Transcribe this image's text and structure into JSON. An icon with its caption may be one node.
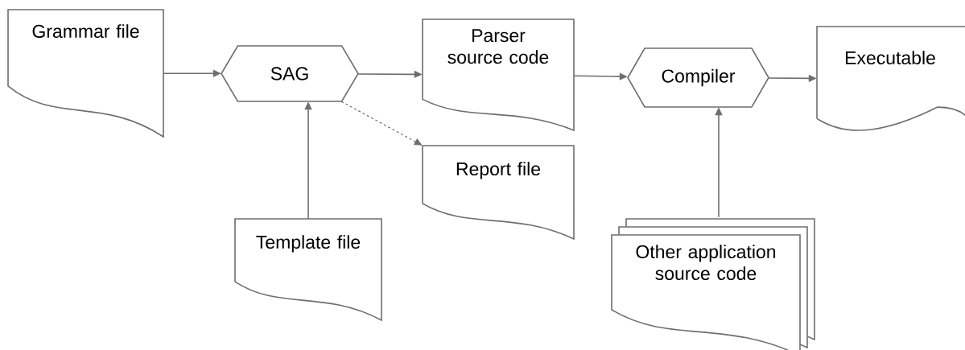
{
  "diagram": {
    "nodes": [
      {
        "text": [
          "Grammar file"
        ]
      },
      {
        "text": [
          "SAG"
        ]
      },
      {
        "text": [
          "Parser source code"
        ]
      },
      {
        "text": [
          "Report file"
        ]
      },
      {
        "text": [
          "Template file"
        ]
      },
      {
        "text": [
          "Compiler"
        ]
      },
      {
        "text": [
          "Executable"
        ]
      },
      {
        "text": [
          "Other application source code"
        ]
      }
    ],
    "edges": [
      {
        "from": 0,
        "to": 1,
        "arrow": "to"
      },
      {
        "from": 1,
        "to": 2,
        "arrow": "to"
      },
      {
        "from": 1,
        "to": 3,
        "arrow": "to",
        "style": "dashed"
      },
      {
        "from": 4,
        "to": 1,
        "arrow": "to"
      },
      {
        "from": 2,
        "to": 5,
        "arrow": "to"
      },
      {
        "from": 5,
        "to": 6,
        "arrow": "to"
      },
      {
        "from": 7,
        "to": 5,
        "arrow": "to"
      }
    ]
  }
}
